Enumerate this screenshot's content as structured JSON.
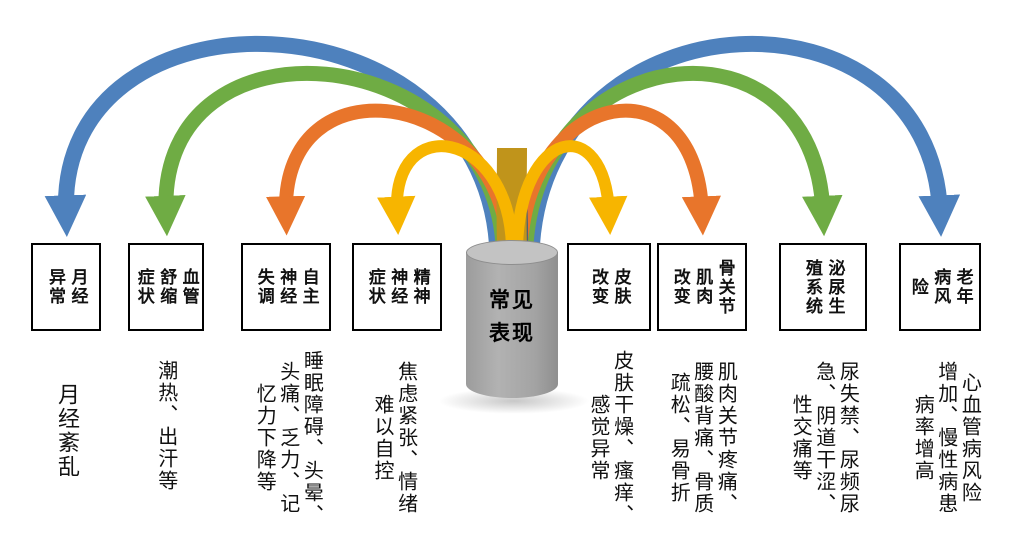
{
  "center": {
    "label": "常见\n表现"
  },
  "colors": {
    "blue": "#4E81BD",
    "green": "#6FAC44",
    "orange": "#E8752B",
    "yellow": "#F7B500",
    "stem_gold": "#C0941B",
    "stem_slate": "#4E6274",
    "cylinder_body": "#A9A9A9",
    "cylinder_top": "#C3C3C3",
    "box_border": "#000000"
  },
  "categories": [
    {
      "label": "月经\n异常",
      "detail": "月经紊乱",
      "arrow_color": "#4E81BD"
    },
    {
      "label": "血管\n舒缩\n症状",
      "detail": "潮热、出汗等",
      "arrow_color": "#6FAC44"
    },
    {
      "label": "自主\n神经\n失调",
      "detail": "睡眠障碍、头晕、\n头痛、乏力、记\n忆力下降等",
      "arrow_color": "#E8752B"
    },
    {
      "label": "精神\n神经\n症状",
      "detail": "焦虑紧张、情绪\n难以自控",
      "arrow_color": "#F7B500"
    },
    {
      "label": "皮肤\n改变",
      "detail": "皮肤干燥、瘙痒、\n感觉异常",
      "arrow_color": "#F7B500"
    },
    {
      "label": "骨关节\n肌肉\n改变",
      "detail": "肌肉关节疼痛、\n腰酸背痛、骨质\n疏松、易骨折",
      "arrow_color": "#E8752B"
    },
    {
      "label": "泌尿生\n殖系统",
      "detail": "尿失禁、尿频尿\n急、阴道干涩、\n性交痛等",
      "arrow_color": "#6FAC44"
    },
    {
      "label": "老年\n病风\n险",
      "detail": "心血管病风险\n增加、慢性病患\n病率增高",
      "arrow_color": "#4E81BD"
    }
  ]
}
